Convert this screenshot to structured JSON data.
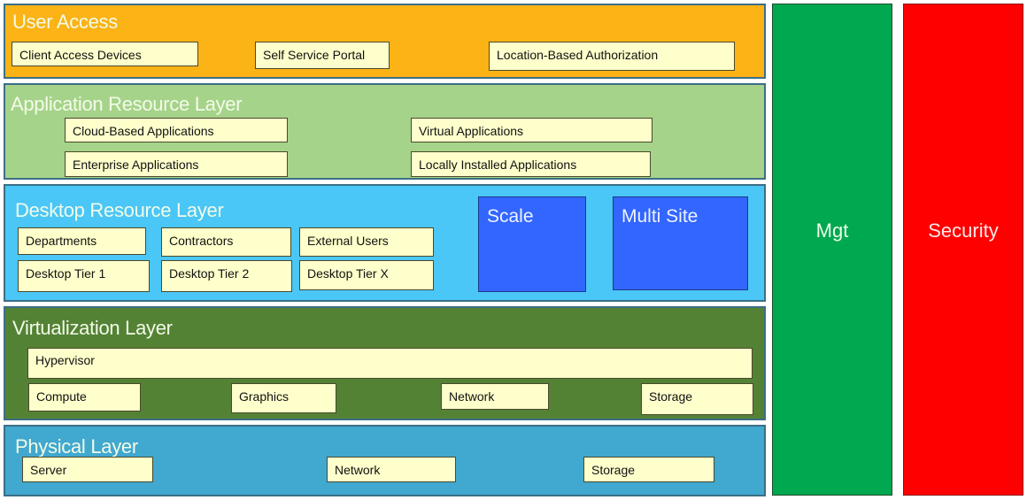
{
  "layers": {
    "user_access": {
      "title": "User Access",
      "color": "#fbb316",
      "items": [
        "Client Access Devices",
        "Self Service Portal",
        "Location-Based Authorization"
      ]
    },
    "application": {
      "title": "Application Resource Layer",
      "color": "#a6d38a",
      "items": [
        "Cloud-Based Applications",
        "Virtual Applications",
        "Enterprise Applications",
        "Locally Installed Applications"
      ]
    },
    "desktop": {
      "title": "Desktop Resource Layer",
      "color": "#4ac6f7",
      "items": [
        "Departments",
        "Contractors",
        "External Users",
        "Desktop Tier 1",
        "Desktop Tier 2",
        "Desktop Tier X"
      ],
      "highlights": [
        "Scale",
        "Multi Site"
      ],
      "highlight_color": "#3366ff"
    },
    "virtualization": {
      "title": "Virtualization Layer",
      "color": "#548235",
      "items": [
        "Hypervisor",
        "Compute",
        "Graphics",
        "Network",
        "Storage"
      ]
    },
    "physical": {
      "title": "Physical Layer",
      "color": "#41a8cf",
      "items": [
        "Server",
        "Network",
        "Storage"
      ]
    }
  },
  "pillars": {
    "management": {
      "label": "Mgt",
      "color": "#00a84f"
    },
    "security": {
      "label": "Security",
      "color": "#ff0000"
    }
  },
  "item_color": "#ffffcc"
}
